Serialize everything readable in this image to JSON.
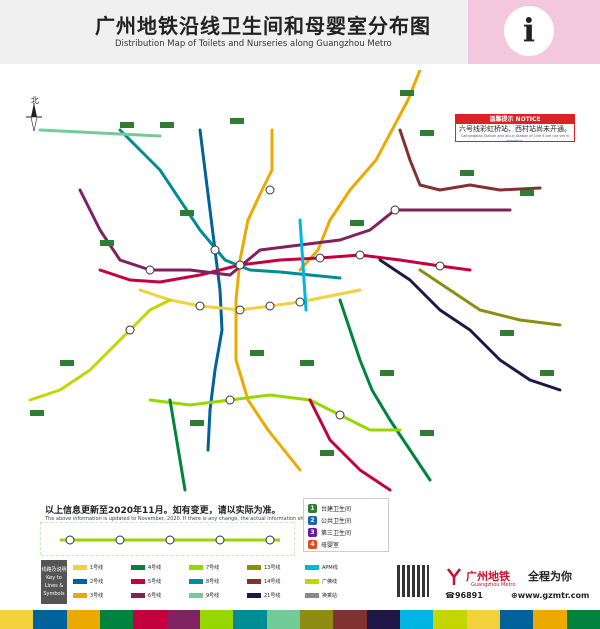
{
  "header": {
    "title_cn": "广州地铁沿线卫生间和母婴室分布图",
    "title_en": "Distribution Map of Toilets and Nurseries  along Guangzhou Metro",
    "info_symbol": "i"
  },
  "compass": {
    "label": "北"
  },
  "notice": {
    "heading": "温馨提示 NOTICE",
    "body": "六号线彩虹桥站、西村站尚未开通。",
    "sub": "Caihongqiao Station and Xicun Station of Line 6 are not yet in operation."
  },
  "update": {
    "cn": "以上信息更新至2020年11月。如有变更，请以实际为准。",
    "en": "The above information is updated to November, 2020. If there is any change, the actual information shall apply."
  },
  "facility_legend": [
    {
      "badge": "1",
      "text": "台建卫生间",
      "color": "#2e7d32"
    },
    {
      "badge": "2",
      "text": "公共卫生间",
      "color": "#1565c0"
    },
    {
      "badge": "3",
      "text": "第三卫生间",
      "color": "#6a1b9a"
    },
    {
      "badge": "4",
      "text": "母婴室",
      "color": "#e64a19"
    }
  ],
  "symbols": {
    "label": "线路及说明 Key to Lines & Symbols",
    "lines": [
      {
        "text": "1号线",
        "color": "#f3d03e"
      },
      {
        "text": "2号线",
        "color": "#00629b"
      },
      {
        "text": "3号线",
        "color": "#ecaa00"
      },
      {
        "text": "4号线",
        "color": "#00843d"
      },
      {
        "text": "5号线",
        "color": "#c5003e"
      },
      {
        "text": "6号线",
        "color": "#80225f"
      },
      {
        "text": "7号线",
        "color": "#97d700"
      },
      {
        "text": "8号线",
        "color": "#008c95"
      },
      {
        "text": "9号线",
        "color": "#71cc98"
      },
      {
        "text": "13号线",
        "color": "#8e8c13"
      },
      {
        "text": "14号线",
        "color": "#81312f"
      },
      {
        "text": "21号线",
        "color": "#201747"
      },
      {
        "text": "APM线",
        "color": "#00b5e2"
      },
      {
        "text": "广佛线",
        "color": "#c4d600"
      },
      {
        "text": "换乘站",
        "color": "#888888"
      }
    ]
  },
  "footer": {
    "logo_cn": "广州地铁",
    "logo_en": "Guangzhou Metro",
    "slogan": "全程为你",
    "phone": "96891",
    "website": "www.gzmtr.com"
  },
  "color_strip": [
    "#f3d03e",
    "#00629b",
    "#ecaa00",
    "#00843d",
    "#c5003e",
    "#80225f",
    "#97d700",
    "#008c95",
    "#71cc98",
    "#8e8c13",
    "#81312f",
    "#201747",
    "#00b5e2",
    "#c4d600",
    "#f3d03e",
    "#00629b",
    "#ecaa00",
    "#00843d"
  ]
}
